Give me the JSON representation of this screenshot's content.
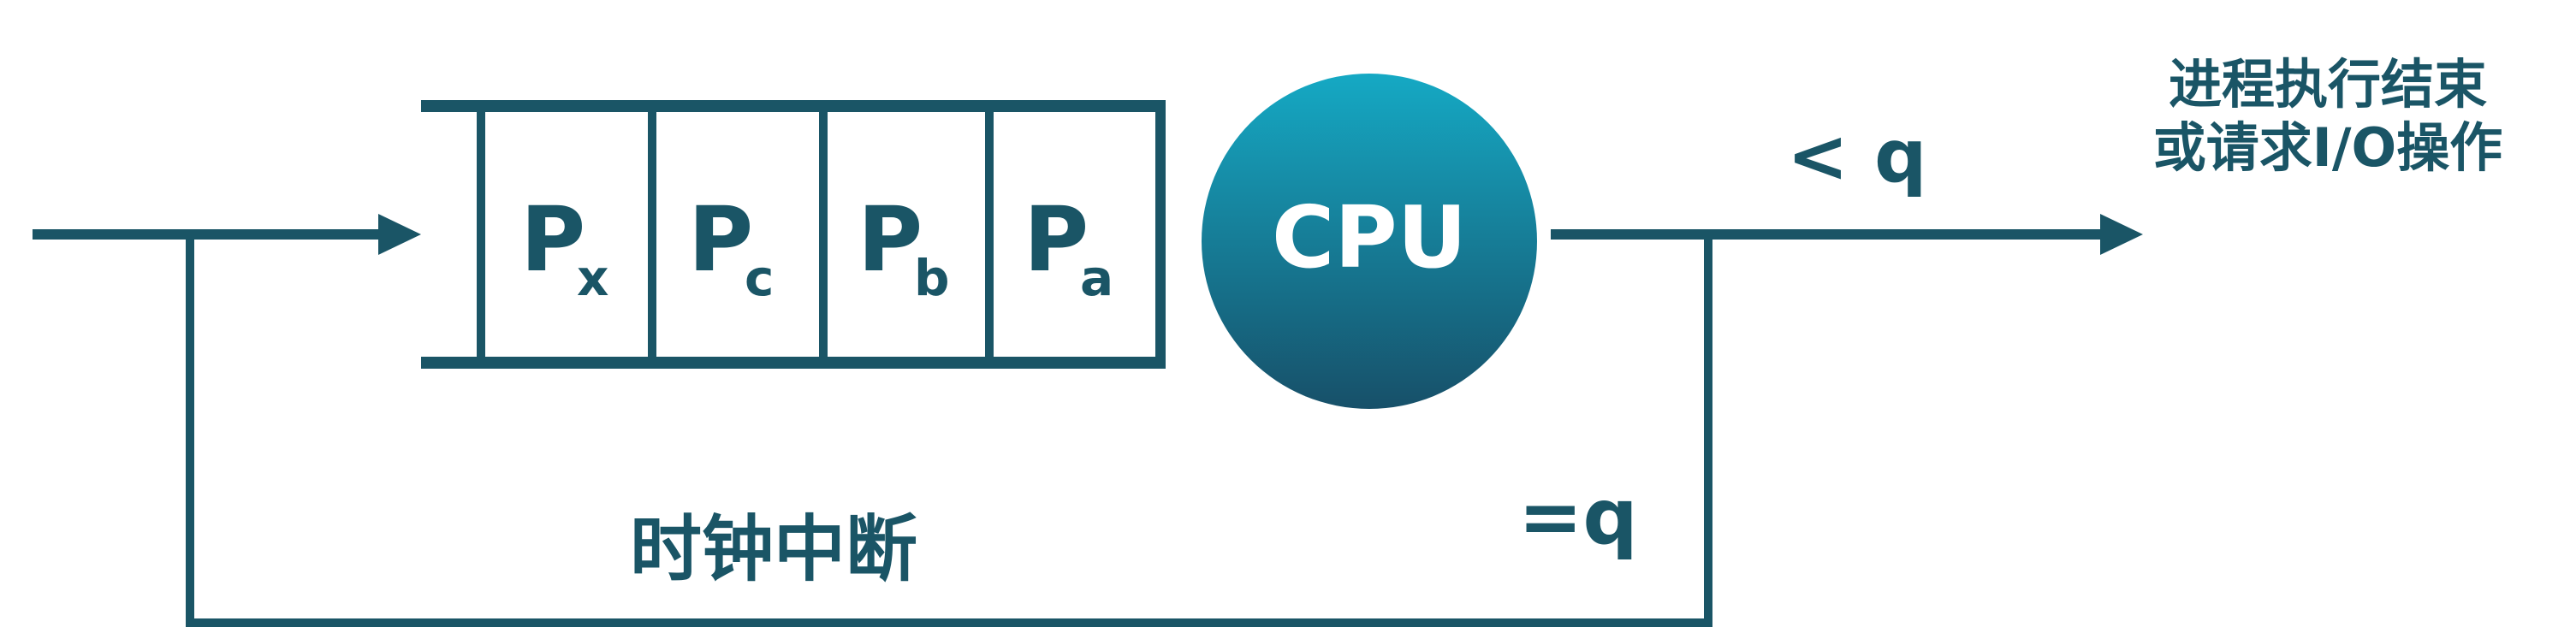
{
  "diagram": {
    "queue": [
      {
        "main": "P",
        "sub": "x"
      },
      {
        "main": "P",
        "sub": "c"
      },
      {
        "main": "P",
        "sub": "b"
      },
      {
        "main": "P",
        "sub": "a"
      }
    ],
    "cpu_label": "CPU",
    "less_than_q": "< q",
    "exit_line1": "进程执行结束",
    "exit_line2": "或请求I/O操作",
    "equal_q": "=q",
    "clock_interrupt": "时钟中断",
    "colors": {
      "stroke": "#1a5566",
      "cpu_top": "#15a8c3",
      "cpu_bottom": "#17536a",
      "text": "#1a5566"
    }
  }
}
